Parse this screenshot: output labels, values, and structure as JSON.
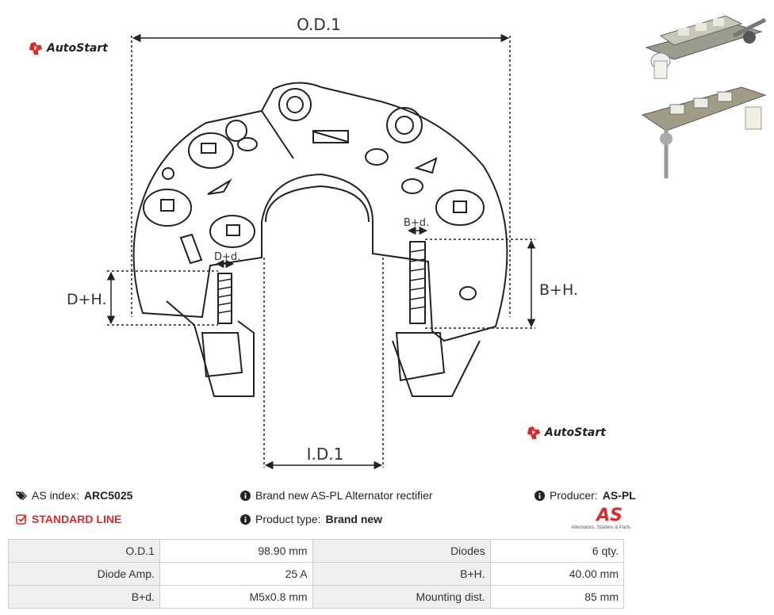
{
  "brand": {
    "name": "AutoStart",
    "color": "#d92b2b"
  },
  "drawing": {
    "od_label": "O.D.1",
    "id_label": "I.D.1",
    "dh_label": "D+H.",
    "bh_label": "B+H.",
    "dd_label": "D+d.",
    "bd_label": "B+d."
  },
  "info": {
    "as_index_label": "AS index:",
    "as_index_value": "ARC5025",
    "standard_line": "STANDARD LINE",
    "description": "Brand new AS-PL Alternator rectifier",
    "product_type_label": "Product type:",
    "product_type_value": "Brand new",
    "producer_label": "Producer:",
    "producer_value": "AS-PL",
    "as_logo_text": "AS",
    "as_logo_tagline": "Alternators, Starters & Parts"
  },
  "specs": [
    {
      "l1": "O.D.1",
      "v1": "98.90 mm",
      "l2": "Diodes",
      "v2": "6 qty."
    },
    {
      "l1": "Diode Amp.",
      "v1": "25 A",
      "l2": "B+H.",
      "v2": "40.00 mm"
    },
    {
      "l1": "B+d.",
      "v1": "M5x0.8 mm",
      "l2": "Mounting dist.",
      "v2": "85 mm"
    }
  ],
  "icons": [
    "tags-icon",
    "check-square-icon",
    "info-circle-icon"
  ]
}
